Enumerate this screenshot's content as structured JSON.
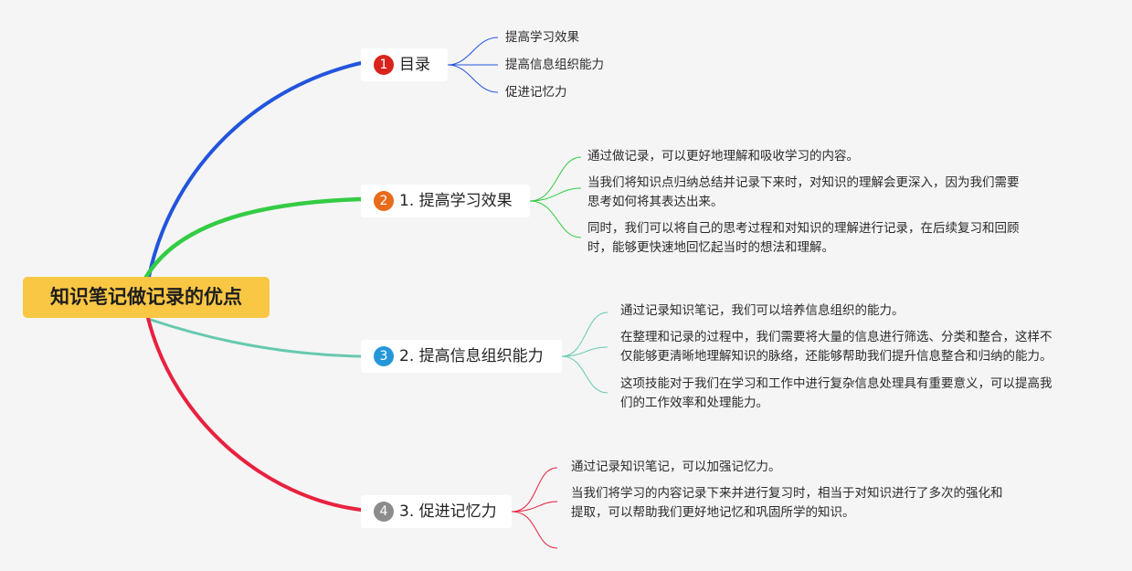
{
  "root": {
    "label": "知识笔记做记录的优点"
  },
  "colors": {
    "blue": "#2255dd",
    "green": "#33cc44",
    "teal": "#66c9b0",
    "red": "#e8213f",
    "root_fill": "#f9c744",
    "badge_red": "#d9241d",
    "badge_orange": "#e86b1b",
    "badge_blue": "#2597d9",
    "badge_gray": "#8c8c8c"
  },
  "branches": [
    {
      "number": "1",
      "label": "目录"
    },
    {
      "number": "2",
      "label": "1. 提高学习效果"
    },
    {
      "number": "3",
      "label": "2. 提高信息组织能力"
    },
    {
      "number": "4",
      "label": "3. 促进记忆力"
    }
  ],
  "toc": [
    "提高学习效果",
    "提高信息组织能力",
    "促进记忆力"
  ],
  "learning": [
    {
      "lines": [
        "通过做记录，可以更好地理解和吸收学习的内容。"
      ]
    },
    {
      "lines": [
        "当我们将知识点归纳总结并记录下来时，对知识的理解会更深入，因为我们需要",
        "思考如何将其表达出来。"
      ]
    },
    {
      "lines": [
        "同时，我们可以将自己的思考过程和对知识的理解进行记录，在后续复习和回顾",
        "时，能够更快速地回忆起当时的想法和理解。"
      ]
    }
  ],
  "organization": [
    {
      "lines": [
        "通过记录知识笔记，我们可以培养信息组织的能力。"
      ]
    },
    {
      "lines": [
        "在整理和记录的过程中，我们需要将大量的信息进行筛选、分类和整合，这样不",
        "仅能够更清晰地理解知识的脉络，还能够帮助我们提升信息整合和归纳的能力。"
      ]
    },
    {
      "lines": [
        "这项技能对于我们在学习和工作中进行复杂信息处理具有重要意义，可以提高我",
        "们的工作效率和处理能力。"
      ]
    }
  ],
  "memory": [
    {
      "lines": [
        "通过记录知识笔记，可以加强记忆力。"
      ]
    },
    {
      "lines": [
        "当我们将学习的内容记录下来并进行复习时，相当于对知识进行了多次的强化和",
        "提取，可以帮助我们更好地记忆和巩固所学的知识。"
      ]
    }
  ]
}
